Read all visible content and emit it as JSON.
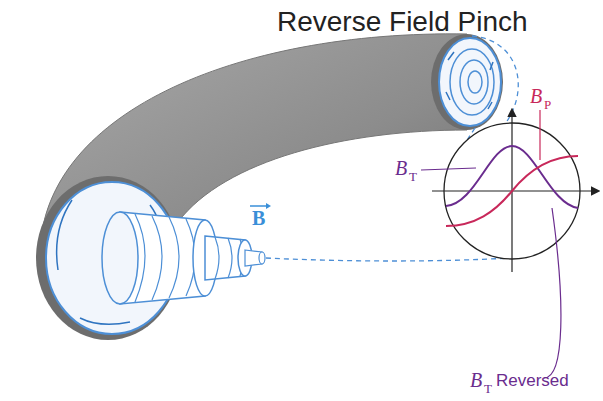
{
  "diagram": {
    "title": "Reverse Field Pinch",
    "labels": [
      "B",
      "T",
      "B",
      "P",
      "B",
      "B",
      "T",
      "Reversed"
    ]
  }
}
